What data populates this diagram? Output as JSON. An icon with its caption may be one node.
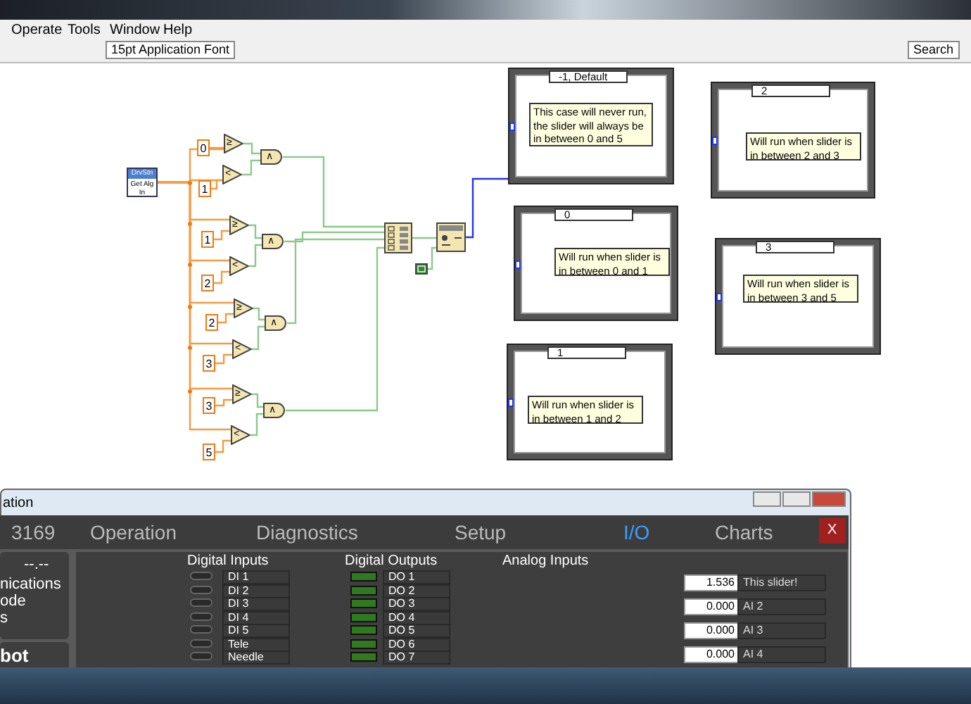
{
  "diagram": {
    "nodes": [
      {
        "text": [
          "DrvStn",
          "Get Alg In"
        ]
      },
      {
        "text": [
          "0"
        ]
      },
      {
        "text": [
          "1"
        ]
      },
      {
        "text": [
          "1"
        ]
      },
      {
        "text": [
          "2"
        ]
      },
      {
        "text": [
          "2"
        ]
      },
      {
        "text": [
          "3"
        ]
      },
      {
        "text": [
          "3"
        ]
      },
      {
        "text": [
          "5"
        ]
      },
      {
        "text": [
          "≥"
        ]
      },
      {
        "text": [
          "<"
        ]
      },
      {
        "text": [
          "≥"
        ]
      },
      {
        "text": [
          "<"
        ]
      },
      {
        "text": [
          "≥"
        ]
      },
      {
        "text": [
          "<"
        ]
      },
      {
        "text": [
          "≥"
        ]
      },
      {
        "text": [
          "<"
        ]
      },
      {
        "text": [
          "∧"
        ]
      },
      {
        "text": [
          "∧"
        ]
      },
      {
        "text": [
          "∧"
        ]
      },
      {
        "text": [
          "∧"
        ]
      },
      {
        "text": [],
        "shape": "box"
      },
      {
        "text": [],
        "shape": "box"
      },
      {
        "text": [],
        "shape": "box"
      },
      {
        "text": [
          "-1, Default"
        ]
      },
      {
        "text": [
          "This case will never run, the slider will always be in between 0 and 5"
        ],
        "in": 24
      },
      {
        "text": [
          "2"
        ]
      },
      {
        "text": [
          "Will run when slider is in between 2 and 3"
        ],
        "in": 26
      },
      {
        "text": [
          "0"
        ]
      },
      {
        "text": [
          "Will run when slider is in between 0 and 1"
        ],
        "in": 28
      },
      {
        "text": [
          "3"
        ]
      },
      {
        "text": [
          "Will run when slider is in between 3 and 5"
        ],
        "in": 30
      },
      {
        "text": [
          "1"
        ]
      },
      {
        "text": [
          "Will run when slider is in between 1 and 2"
        ],
        "in": 32
      }
    ],
    "edges": [
      {
        "from": 0,
        "to": 9,
        "arrow": "none"
      },
      {
        "from": 0,
        "to": 10,
        "arrow": "none"
      },
      {
        "from": 0,
        "to": 11,
        "arrow": "none"
      },
      {
        "from": 0,
        "to": 12,
        "arrow": "none"
      },
      {
        "from": 0,
        "to": 13,
        "arrow": "none"
      },
      {
        "from": 0,
        "to": 14,
        "arrow": "none"
      },
      {
        "from": 0,
        "to": 15,
        "arrow": "none"
      },
      {
        "from": 0,
        "to": 16,
        "arrow": "none"
      },
      {
        "from": 1,
        "to": 9,
        "arrow": "none"
      },
      {
        "from": 2,
        "to": 10,
        "arrow": "none"
      },
      {
        "from": 3,
        "to": 11,
        "arrow": "none"
      },
      {
        "from": 4,
        "to": 12,
        "arrow": "none"
      },
      {
        "from": 5,
        "to": 13,
        "arrow": "none"
      },
      {
        "from": 6,
        "to": 14,
        "arrow": "none"
      },
      {
        "from": 7,
        "to": 15,
        "arrow": "none"
      },
      {
        "from": 8,
        "to": 16,
        "arrow": "none"
      },
      {
        "from": 9,
        "to": 17,
        "arrow": "none",
        "color": "#8cc98c"
      },
      {
        "from": 10,
        "to": 17,
        "arrow": "none",
        "color": "#8cc98c"
      },
      {
        "from": 11,
        "to": 18,
        "arrow": "none",
        "color": "#8cc98c"
      },
      {
        "from": 12,
        "to": 18,
        "arrow": "none",
        "color": "#8cc98c"
      },
      {
        "from": 13,
        "to": 19,
        "arrow": "none",
        "color": "#8cc98c"
      },
      {
        "from": 14,
        "to": 19,
        "arrow": "none",
        "color": "#8cc98c"
      },
      {
        "from": 15,
        "to": 20,
        "arrow": "none",
        "color": "#8cc98c"
      },
      {
        "from": 16,
        "to": 20,
        "arrow": "none",
        "color": "#8cc98c"
      },
      {
        "from": 17,
        "to": 21,
        "arrow": "none",
        "color": "#8cc98c"
      },
      {
        "from": 18,
        "to": 21,
        "arrow": "none",
        "color": "#8cc98c"
      },
      {
        "from": 19,
        "to": 21,
        "arrow": "none",
        "color": "#8cc98c"
      },
      {
        "from": 20,
        "to": 21,
        "arrow": "none",
        "color": "#8cc98c"
      },
      {
        "from": 21,
        "to": 22,
        "arrow": "none",
        "color": "#8cc98c"
      },
      {
        "from": 23,
        "to": 22,
        "arrow": "none",
        "color": "#8cc98c"
      },
      {
        "from": 22,
        "to": 24,
        "arrow": "none",
        "color": "#2233ee"
      }
    ],
    "labels": [
      "Operate",
      "Tools",
      "Window",
      "Help",
      "15pt Application Font",
      "Search",
      "ation",
      "3169",
      "Operation",
      "Diagnostics",
      "Setup",
      "I/O",
      "Charts",
      "X",
      "--.--",
      "nications",
      "ode",
      "s",
      "bot",
      "Digital Inputs",
      "DI 1",
      "DI 2",
      "DI 3",
      "DI 4",
      "DI 5",
      "Tele",
      "Needle",
      "Digital Outputs",
      "DO 1",
      "DO 2",
      "DO 3",
      "DO 4",
      "DO 5",
      "DO 6",
      "DO 7",
      "Analog Inputs",
      "1.536",
      "This slider!",
      "0.000",
      "AI 2",
      "0.000",
      "AI 3",
      "0.000",
      "AI 4"
    ]
  }
}
